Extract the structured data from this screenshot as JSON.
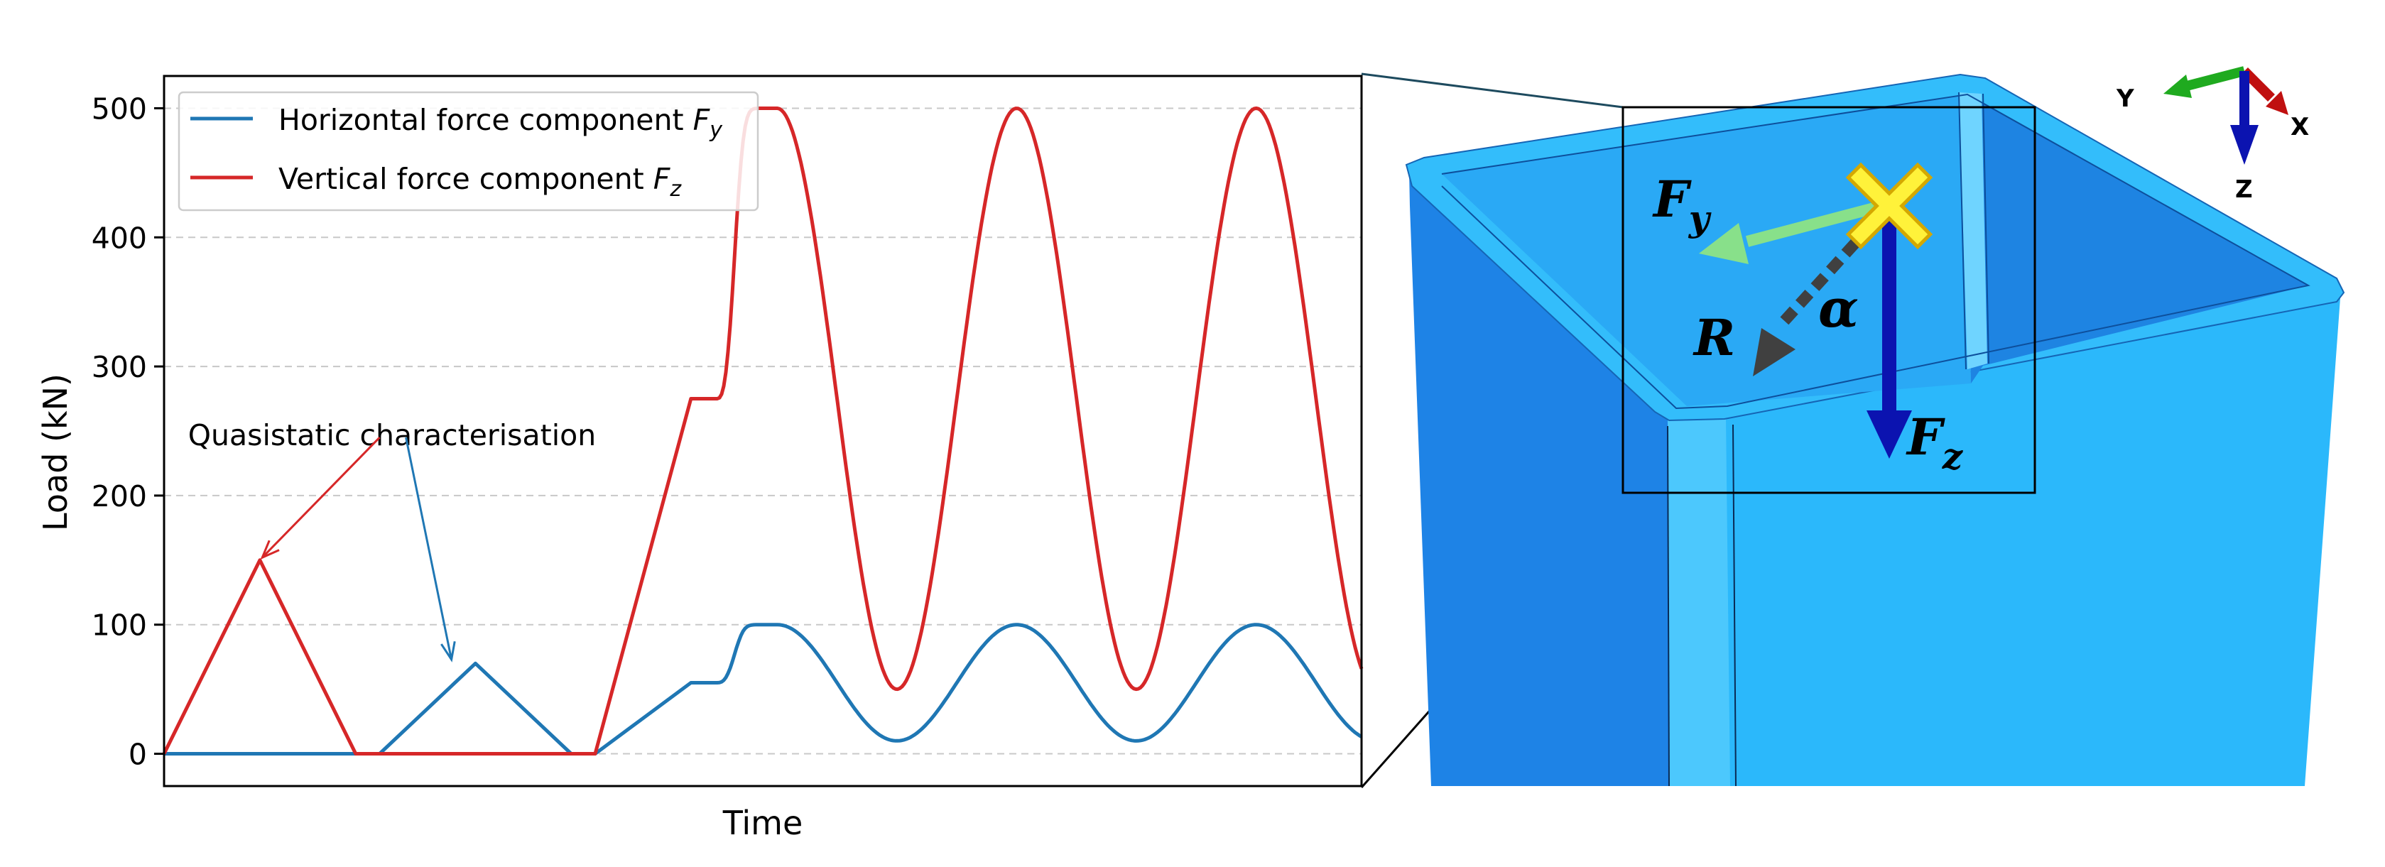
{
  "chart_data": {
    "type": "line",
    "xlabel": "Time",
    "ylabel": "Load (kN)",
    "ylim": [
      -25,
      525
    ],
    "xlim": [
      0,
      1
    ],
    "yticks": [
      0,
      100,
      200,
      300,
      400,
      500
    ],
    "grid": "horizontal dashed",
    "legend_position": "top-left",
    "series": [
      {
        "name_prefix": "Horizontal force component ",
        "symbol": "F",
        "subscript": "y",
        "color": "#1f77b4",
        "segments": [
          {
            "kind": "points",
            "x": [
              0,
              0.18,
              0.26,
              0.34,
              0.36
            ],
            "y": [
              0,
              0,
              70,
              0,
              0
            ]
          },
          {
            "kind": "points",
            "x": [
              0.36,
              0.44,
              0.462
            ],
            "y": [
              0,
              55,
              55
            ]
          },
          {
            "kind": "cosine",
            "x_start": 0.462,
            "x_end": 1.0,
            "period": 0.2,
            "peak_x": 0.512,
            "min": 10,
            "max": 100,
            "steps": 300
          }
        ]
      },
      {
        "name_prefix": "Vertical force component ",
        "symbol": "F",
        "subscript": "z",
        "color": "#d62728",
        "segments": [
          {
            "kind": "points",
            "x": [
              0,
              0.08,
              0.16,
              0.36
            ],
            "y": [
              0,
              150,
              0,
              0
            ]
          },
          {
            "kind": "points",
            "x": [
              0.36,
              0.44,
              0.462
            ],
            "y": [
              0,
              275,
              275
            ]
          },
          {
            "kind": "cosine",
            "x_start": 0.462,
            "x_end": 1.0,
            "period": 0.2,
            "peak_x": 0.512,
            "min": 50,
            "max": 500,
            "steps": 300
          }
        ]
      }
    ],
    "annotation": {
      "text": "Quasistatic characterisation",
      "text_at": {
        "x": 0.02,
        "y": 260
      },
      "arrows": [
        {
          "from": {
            "x": 0.18,
            "y": 245
          },
          "to": {
            "x": 0.082,
            "y": 152
          },
          "color": "#d62728"
        },
        {
          "from": {
            "x": 0.202,
            "y": 245
          },
          "to": {
            "x": 0.24,
            "y": 73
          },
          "color": "#1f77b4"
        }
      ]
    }
  },
  "model": {
    "force_labels": {
      "fy": {
        "symbol": "F",
        "sub": "y"
      },
      "fz": {
        "symbol": "F",
        "sub": "z"
      },
      "r": "R",
      "alpha": "α"
    },
    "triad": {
      "y_label": "Y",
      "x_label": "X",
      "z_label": "Z"
    },
    "colors": {
      "fy_arrow": "#88e08a",
      "fz_arrow": "#0b13b0",
      "r_arrow": "#404040",
      "marker_fill": "#fff23a",
      "marker_edge": "#d4a800",
      "column_light": "#2bb8fb",
      "column_dark": "#1e83e6"
    }
  }
}
